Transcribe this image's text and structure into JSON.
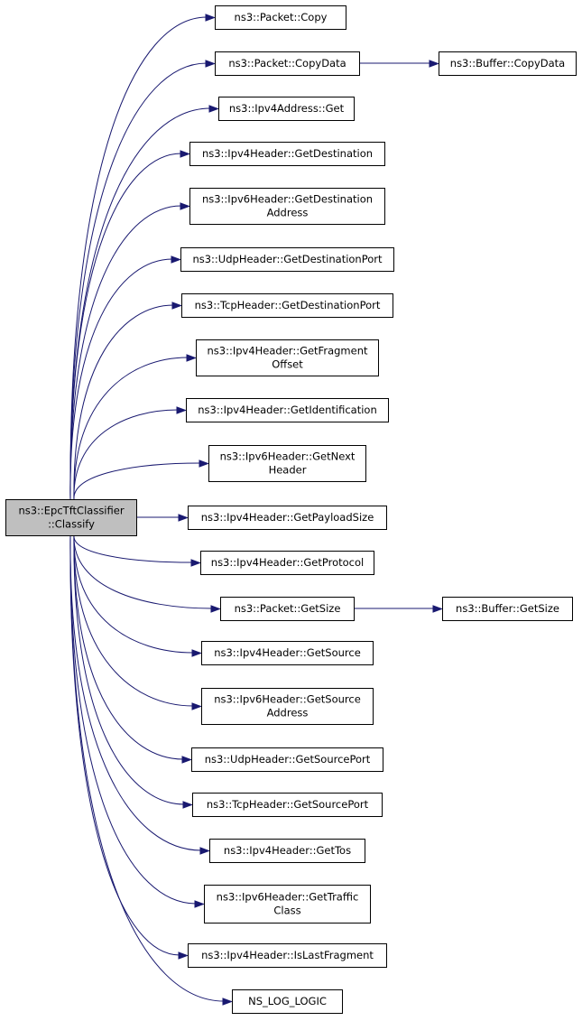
{
  "diagram": {
    "type": "call-graph",
    "colors": {
      "edge": "#191970",
      "root_fill": "#bfbfbf",
      "node_fill": "#ffffff",
      "border": "#000000"
    },
    "root": {
      "id": "root",
      "lines": [
        "ns3::EpcTftClassifier",
        "::Classify"
      ]
    },
    "nodes": [
      {
        "id": "packet-copy",
        "lines": [
          "ns3::Packet::Copy"
        ]
      },
      {
        "id": "packet-copydata",
        "lines": [
          "ns3::Packet::CopyData"
        ]
      },
      {
        "id": "buffer-copydata",
        "lines": [
          "ns3::Buffer::CopyData"
        ]
      },
      {
        "id": "ipv4address-get",
        "lines": [
          "ns3::Ipv4Address::Get"
        ]
      },
      {
        "id": "ipv4header-getdestination",
        "lines": [
          "ns3::Ipv4Header::GetDestination"
        ]
      },
      {
        "id": "ipv6header-getdestinationaddress",
        "lines": [
          "ns3::Ipv6Header::GetDestination",
          "Address"
        ]
      },
      {
        "id": "udpheader-getdestinationport",
        "lines": [
          "ns3::UdpHeader::GetDestinationPort"
        ]
      },
      {
        "id": "tcpheader-getdestinationport",
        "lines": [
          "ns3::TcpHeader::GetDestinationPort"
        ]
      },
      {
        "id": "ipv4header-getfragmentoffset",
        "lines": [
          "ns3::Ipv4Header::GetFragment",
          "Offset"
        ]
      },
      {
        "id": "ipv4header-getidentification",
        "lines": [
          "ns3::Ipv4Header::GetIdentification"
        ]
      },
      {
        "id": "ipv6header-getnextheader",
        "lines": [
          "ns3::Ipv6Header::GetNext",
          "Header"
        ]
      },
      {
        "id": "ipv4header-getpayloadsize",
        "lines": [
          "ns3::Ipv4Header::GetPayloadSize"
        ]
      },
      {
        "id": "ipv4header-getprotocol",
        "lines": [
          "ns3::Ipv4Header::GetProtocol"
        ]
      },
      {
        "id": "packet-getsize",
        "lines": [
          "ns3::Packet::GetSize"
        ]
      },
      {
        "id": "buffer-getsize",
        "lines": [
          "ns3::Buffer::GetSize"
        ]
      },
      {
        "id": "ipv4header-getsource",
        "lines": [
          "ns3::Ipv4Header::GetSource"
        ]
      },
      {
        "id": "ipv6header-getsourceaddress",
        "lines": [
          "ns3::Ipv6Header::GetSource",
          "Address"
        ]
      },
      {
        "id": "udpheader-getsourceport",
        "lines": [
          "ns3::UdpHeader::GetSourcePort"
        ]
      },
      {
        "id": "tcpheader-getsourceport",
        "lines": [
          "ns3::TcpHeader::GetSourcePort"
        ]
      },
      {
        "id": "ipv4header-gettos",
        "lines": [
          "ns3::Ipv4Header::GetTos"
        ]
      },
      {
        "id": "ipv6header-gettrafficclass",
        "lines": [
          "ns3::Ipv6Header::GetTraffic",
          "Class"
        ]
      },
      {
        "id": "ipv4header-islastfragment",
        "lines": [
          "ns3::Ipv4Header::IsLastFragment"
        ]
      },
      {
        "id": "ns-log-logic",
        "lines": [
          "NS_LOG_LOGIC"
        ]
      }
    ],
    "edges": [
      {
        "from": "root",
        "to": "packet-copy"
      },
      {
        "from": "root",
        "to": "packet-copydata"
      },
      {
        "from": "packet-copydata",
        "to": "buffer-copydata"
      },
      {
        "from": "root",
        "to": "ipv4address-get"
      },
      {
        "from": "root",
        "to": "ipv4header-getdestination"
      },
      {
        "from": "root",
        "to": "ipv6header-getdestinationaddress"
      },
      {
        "from": "root",
        "to": "udpheader-getdestinationport"
      },
      {
        "from": "root",
        "to": "tcpheader-getdestinationport"
      },
      {
        "from": "root",
        "to": "ipv4header-getfragmentoffset"
      },
      {
        "from": "root",
        "to": "ipv4header-getidentification"
      },
      {
        "from": "root",
        "to": "ipv6header-getnextheader"
      },
      {
        "from": "root",
        "to": "ipv4header-getpayloadsize"
      },
      {
        "from": "root",
        "to": "ipv4header-getprotocol"
      },
      {
        "from": "root",
        "to": "packet-getsize"
      },
      {
        "from": "packet-getsize",
        "to": "buffer-getsize"
      },
      {
        "from": "root",
        "to": "ipv4header-getsource"
      },
      {
        "from": "root",
        "to": "ipv6header-getsourceaddress"
      },
      {
        "from": "root",
        "to": "udpheader-getsourceport"
      },
      {
        "from": "root",
        "to": "tcpheader-getsourceport"
      },
      {
        "from": "root",
        "to": "ipv4header-gettos"
      },
      {
        "from": "root",
        "to": "ipv6header-gettrafficclass"
      },
      {
        "from": "root",
        "to": "ipv4header-islastfragment"
      },
      {
        "from": "root",
        "to": "ns-log-logic"
      }
    ]
  }
}
